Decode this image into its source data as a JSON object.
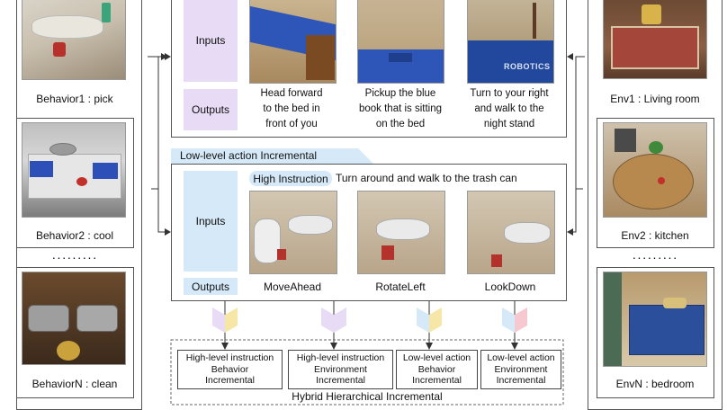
{
  "behaviors": [
    {
      "label": "Behavior1 : pick"
    },
    {
      "label": "Behavior2 : cool"
    },
    {
      "label": "BehaviorN : clean"
    }
  ],
  "behaviors_ellipsis": "·········",
  "envs": [
    {
      "label": "Env1 : Living room"
    },
    {
      "label": "Env2 : kitchen"
    },
    {
      "label": "EnvN : bedroom"
    }
  ],
  "envs_ellipsis": "·········",
  "high_level": {
    "inputs_label": "Inputs",
    "outputs_label": "Outputs",
    "image_overlay_text": "ROBOTICS",
    "outputs": [
      "Head forward\nto the bed in\nfront of you",
      "Pickup the blue\nbook that is sitting\non the bed",
      "Turn to your right\nand walk to the\nnight stand"
    ]
  },
  "low_level": {
    "section_title": "Low-level action Incremental",
    "instruction_tag": "High Instruction",
    "instruction_text": "Turn around and walk to the trash can",
    "inputs_label": "Inputs",
    "outputs_label": "Outputs",
    "actions": [
      "MoveAhead",
      "RotateLeft",
      "LookDown"
    ]
  },
  "hybrid": {
    "title": "Hybrid Hierarchical Incremental",
    "boxes": [
      "High-level instruction\nBehavior\nIncremental",
      "High-level instruction\nEnvironment\nIncremental",
      "Low-level action\nBehavior\nIncremental",
      "Low-level action\nEnvironment\nIncremental"
    ]
  },
  "colors": {
    "purple": "#e7dbf5",
    "blue": "#d6e9f8",
    "yellow": "#f7e7a6",
    "pink": "#f6c9d0"
  }
}
